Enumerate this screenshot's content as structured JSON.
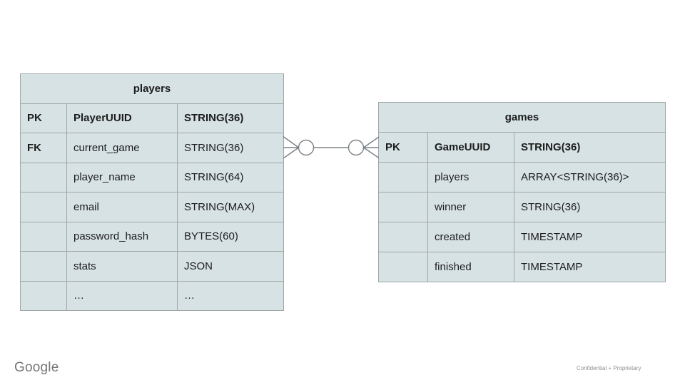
{
  "slide": {
    "footer_logo": "Google",
    "footer_note": "Confidential + Proprietary"
  },
  "colors": {
    "cell_fill": "#d7e2e5",
    "border": "#a0a6a8",
    "connector": "#7b8084",
    "text": "#1c1c1c",
    "footer_gray": "#767676"
  },
  "tables": {
    "players": {
      "title": "players",
      "rows": [
        {
          "key": "PK",
          "name": "PlayerUUID",
          "type": "STRING(36)",
          "bold": true
        },
        {
          "key": "FK",
          "name": "current_game",
          "type": "STRING(36)",
          "bold": false
        },
        {
          "key": "",
          "name": "player_name",
          "type": "STRING(64)",
          "bold": false
        },
        {
          "key": "",
          "name": "email",
          "type": "STRING(MAX)",
          "bold": false
        },
        {
          "key": "",
          "name": "password_hash",
          "type": "BYTES(60)",
          "bold": false
        },
        {
          "key": "",
          "name": "stats",
          "type": "JSON",
          "bold": false
        },
        {
          "key": "",
          "name": "…",
          "type": "…",
          "bold": false
        }
      ]
    },
    "games": {
      "title": "games",
      "rows": [
        {
          "key": "PK",
          "name": "GameUUID",
          "type": "STRING(36)",
          "bold": true
        },
        {
          "key": "",
          "name": "players",
          "type": "ARRAY<STRING(36)>",
          "bold": false
        },
        {
          "key": "",
          "name": "winner",
          "type": "STRING(36)",
          "bold": false
        },
        {
          "key": "",
          "name": "created",
          "type": "TIMESTAMP",
          "bold": false
        },
        {
          "key": "",
          "name": "finished",
          "type": "TIMESTAMP",
          "bold": false
        }
      ]
    }
  },
  "relationship": {
    "from_table": "players",
    "to_table": "games",
    "left_cardinality": "zero-or-many",
    "right_cardinality": "zero-or-many"
  }
}
